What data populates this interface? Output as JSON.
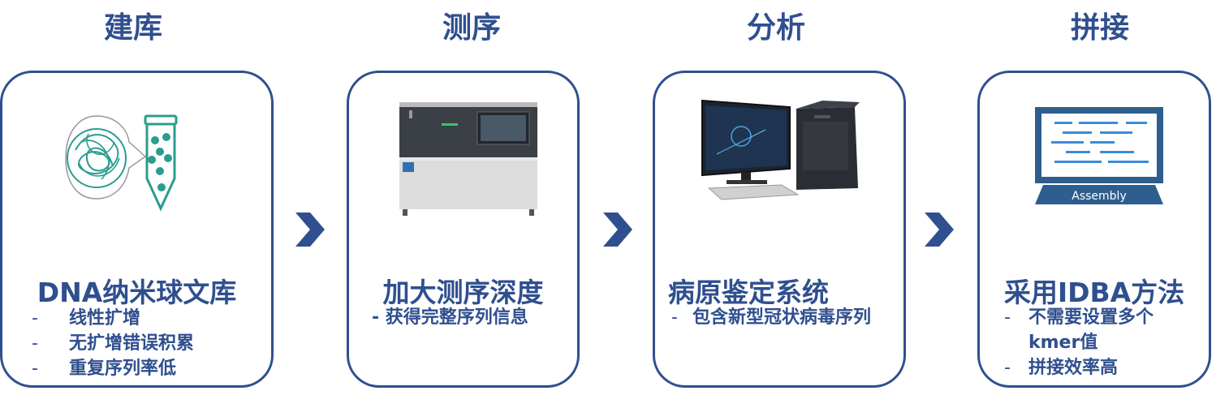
{
  "steps": [
    {
      "title": "建库",
      "heading": "DNA纳米球文库",
      "bullets": [
        "线性扩增",
        "无扩增错误积累",
        "重复序列率低"
      ]
    },
    {
      "title": "测序",
      "heading": "加大测序深度",
      "bullets": [
        "- 获得完整序列信息"
      ]
    },
    {
      "title": "分析",
      "heading": "病原鉴定系统",
      "bullets": [
        "包含新型冠状病毒序列"
      ]
    },
    {
      "title": "拼接",
      "heading": "采用IDBA方法",
      "bullets": [
        "不需要设置多个",
        "kmer值",
        "拼接效率高"
      ]
    }
  ],
  "dash": "-",
  "assembly_label": "Assembly",
  "colors": {
    "primary": "#2f4f8f",
    "teal": "#2a9d8f",
    "laptop": "#2e5e8e"
  }
}
